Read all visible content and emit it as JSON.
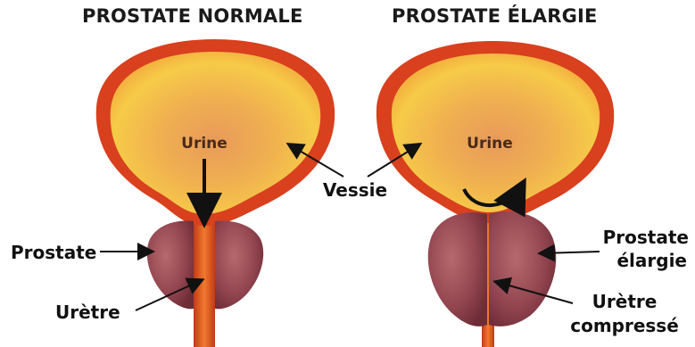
{
  "titles": {
    "left": "PROSTATE NORMALE",
    "right": "PROSTATE ÉLARGIE"
  },
  "labels": {
    "urine_left": "Urine",
    "urine_right": "Urine",
    "vessie": "Vessie",
    "prostate": "Prostate",
    "uretre": "Urètre",
    "prostate_elargie_line1": "Prostate",
    "prostate_elargie_line2": "élargie",
    "uretre_compresse_line1": "Urètre",
    "uretre_compresse_line2": "compressé"
  },
  "colors": {
    "bladder_outer": "#d8401e",
    "bladder_inner": "#f6c244",
    "prostate": "#9b4a52",
    "urethra": "#e0501e",
    "arrow": "#111111"
  }
}
